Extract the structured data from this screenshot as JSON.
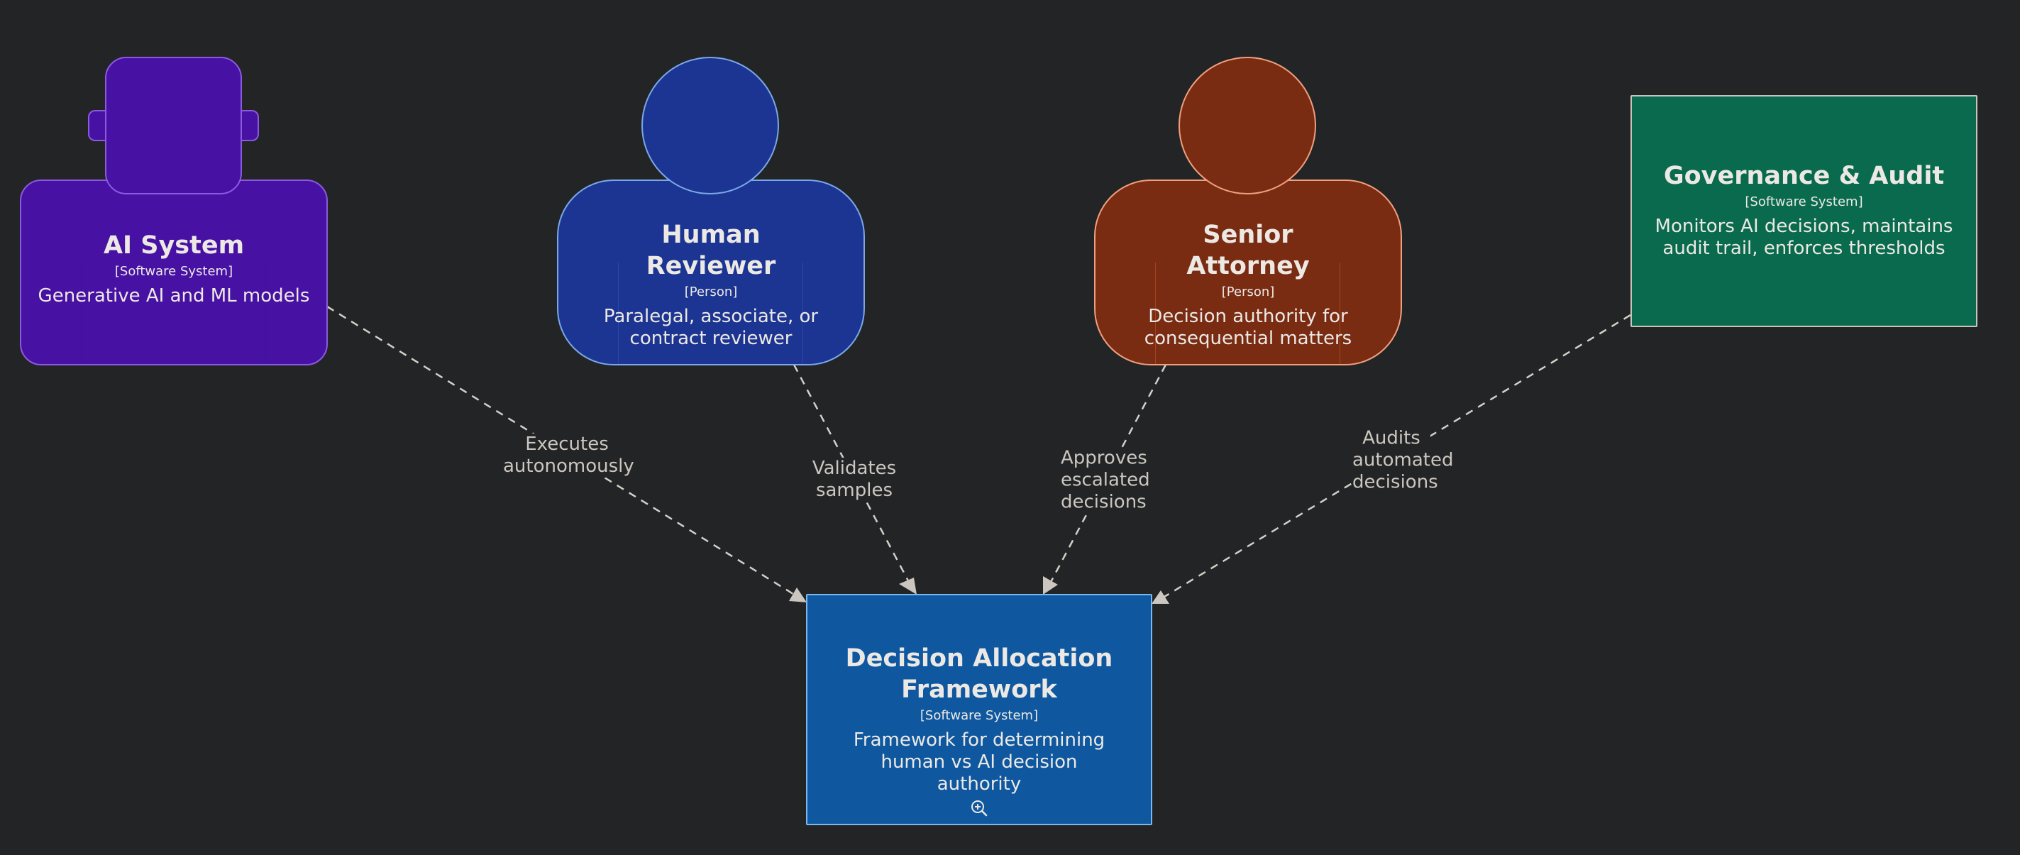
{
  "colors": {
    "background": "#232426",
    "edge": "#d4d0c8",
    "edge_label": "#cbc6bf",
    "text": "#ece9e5",
    "ai_system_fill": "#4711a4",
    "ai_system_stroke": "#8b5ae0",
    "human_reviewer_fill": "#1c3592",
    "human_reviewer_stroke": "#7aa8e8",
    "senior_attorney_fill": "#7a2c13",
    "senior_attorney_stroke": "#f0a07e",
    "governance_fill": "#0a6a4e",
    "governance_stroke": "#c8c4bc",
    "decision_fill": "#0f58a0",
    "decision_stroke": "#7ab8ee"
  },
  "nodes": {
    "ai_system": {
      "title": "AI System",
      "type": "[Software System]",
      "description": "Generative AI and ML models",
      "shape": "robot"
    },
    "human_reviewer": {
      "title": "Human Reviewer",
      "type": "[Person]",
      "description": "Paralegal, associate, or contract reviewer",
      "shape": "person"
    },
    "senior_attorney": {
      "title": "Senior Attorney",
      "type": "[Person]",
      "description": "Decision authority for consequential matters",
      "shape": "person"
    },
    "governance": {
      "title": "Governance & Audit",
      "type": "[Software System]",
      "description": "Monitors AI decisions, maintains audit trail, enforces thresholds",
      "shape": "box"
    },
    "decision_framework": {
      "title": "Decision Allocation Framework",
      "type": "[Software System]",
      "description": "Framework for determining human vs AI decision authority",
      "shape": "box",
      "zoom_icon": "zoom-in-icon"
    }
  },
  "edges": [
    {
      "from": "ai_system",
      "to": "decision_framework",
      "label": "Executes autonomously"
    },
    {
      "from": "human_reviewer",
      "to": "decision_framework",
      "label": "Validates samples"
    },
    {
      "from": "senior_attorney",
      "to": "decision_framework",
      "label": "Approves escalated decisions"
    },
    {
      "from": "governance",
      "to": "decision_framework",
      "label": "Audits automated decisions"
    }
  ]
}
